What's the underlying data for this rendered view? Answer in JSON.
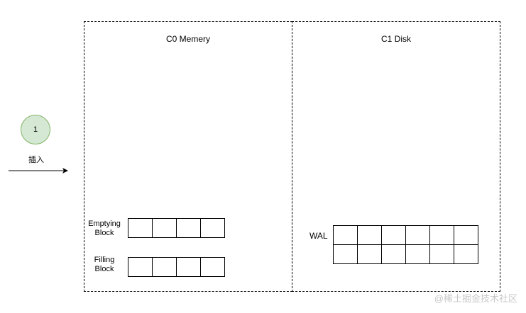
{
  "panels": {
    "memory_title": "C0 Memery",
    "disk_title": "C1 Disk"
  },
  "step": {
    "number": "1",
    "label": "插入"
  },
  "blocks": {
    "emptying_label_line1": "Emptying",
    "emptying_label_line2": "Block",
    "filling_label_line1": "Filling",
    "filling_label_line2": "Block",
    "wal_label": "WAL",
    "emptying_cells": 4,
    "filling_cells": 4,
    "wal_rows": 2,
    "wal_cols": 6
  },
  "watermark": "@稀土掘金技术社区",
  "colors": {
    "step_fill": "#d5e8d4",
    "step_stroke": "#82b366"
  }
}
